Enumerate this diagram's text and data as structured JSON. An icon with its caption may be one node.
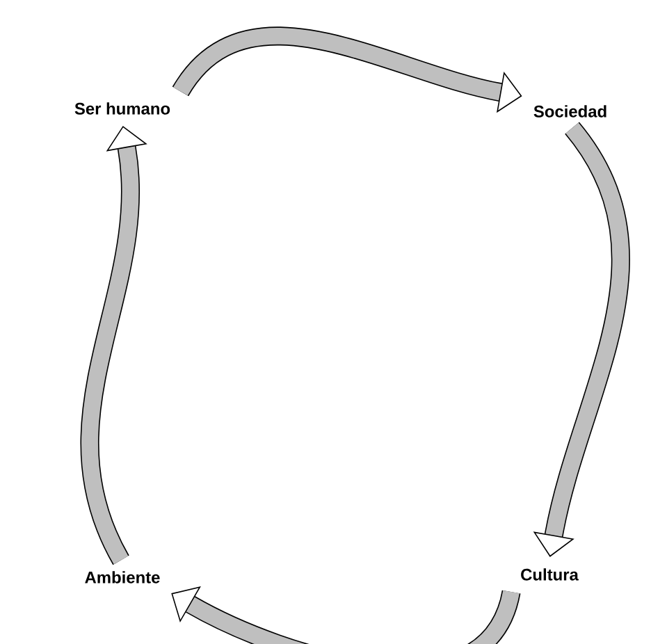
{
  "diagram": {
    "nodes": [
      {
        "text": [
          "Ser humano"
        ]
      },
      {
        "text": [
          "Sociedad"
        ]
      },
      {
        "text": [
          "Cultura"
        ]
      },
      {
        "text": [
          "Ambiente"
        ]
      }
    ],
    "edges": [
      {
        "from": 0,
        "to": 1,
        "arrow": "to"
      },
      {
        "from": 1,
        "to": 2,
        "arrow": "to"
      },
      {
        "from": 2,
        "to": 3,
        "arrow": "to"
      },
      {
        "from": 3,
        "to": 0,
        "arrow": "to"
      }
    ]
  }
}
